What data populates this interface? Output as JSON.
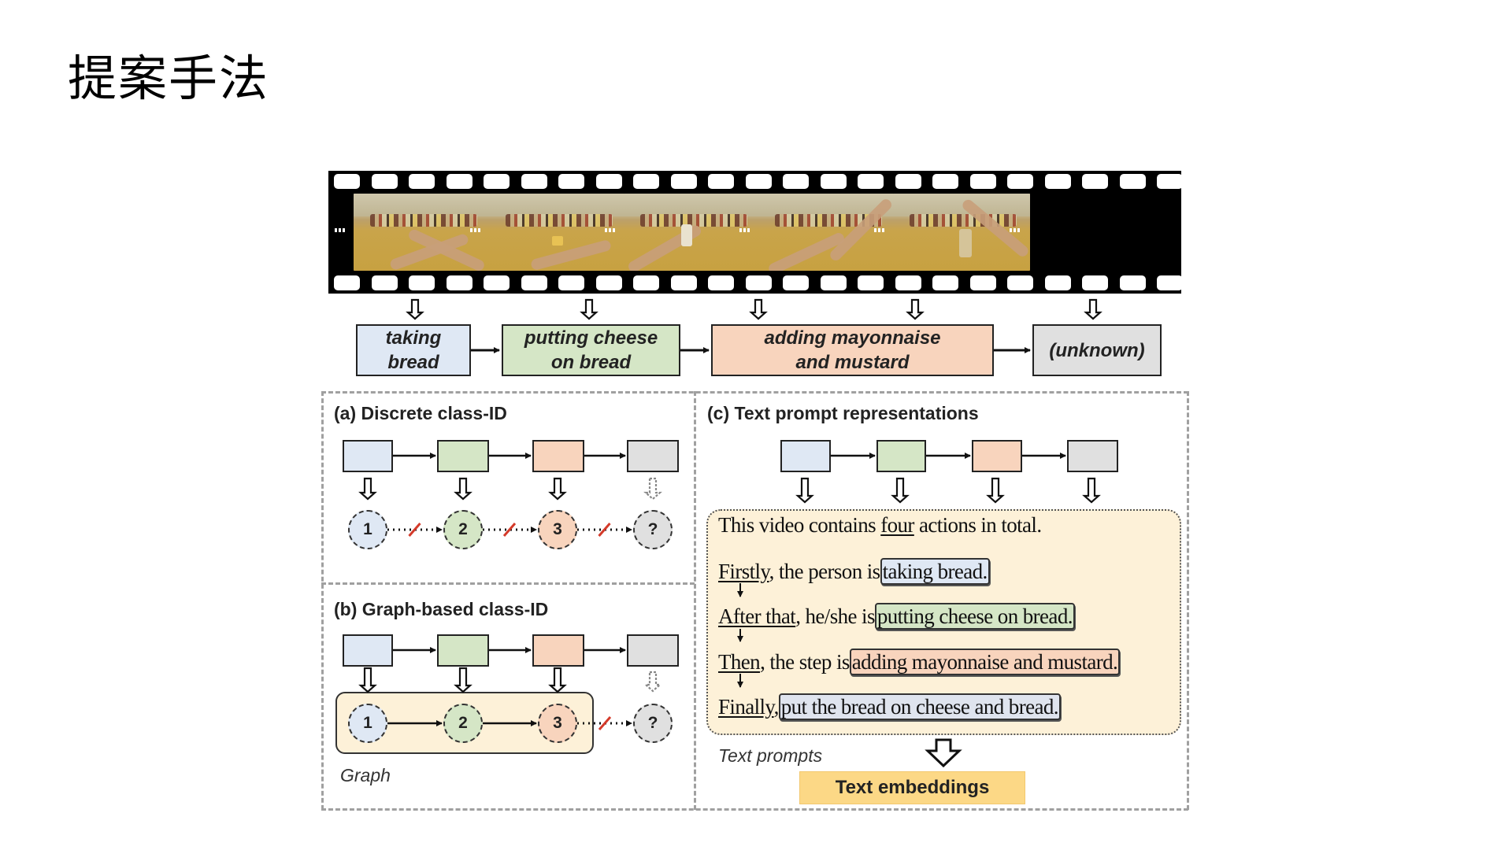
{
  "slide": {
    "title": "提案手法"
  },
  "film_strip": {
    "frames": [
      {
        "caption": "video frame 1"
      },
      {
        "caption": "video frame 2"
      },
      {
        "caption": "video frame 3"
      },
      {
        "caption": "video frame 4"
      },
      {
        "caption": "video frame 5"
      }
    ],
    "ellipsis": "..."
  },
  "actions": [
    {
      "label": "taking\nbread",
      "color": "#dfe8f4"
    },
    {
      "label": "putting cheese\non bread",
      "color": "#d5e6c6"
    },
    {
      "label": "adding mayonnaise\nand mustard",
      "color": "#f8d4bd"
    },
    {
      "label": "(unknown)",
      "color": "#e0e0e0"
    }
  ],
  "panel_a": {
    "title": "(a) Discrete class-ID",
    "nodes": [
      "1",
      "2",
      "3",
      "?"
    ]
  },
  "panel_b": {
    "title": "(b) Graph-based class-ID",
    "nodes": [
      "1",
      "2",
      "3",
      "?"
    ],
    "graph_label": "Graph"
  },
  "panel_c": {
    "title": "(c) Text prompt representations",
    "prompt_lines": [
      {
        "prefix": "This video contains ",
        "underlined": "four",
        "suffix": " actions in total.",
        "tag": ""
      },
      {
        "prefix": "",
        "underlined": "Firstly",
        "suffix": ", the person is",
        "tag": "taking bread."
      },
      {
        "prefix": "",
        "underlined": "After that",
        "suffix": ", he/she is",
        "tag": "putting cheese on bread."
      },
      {
        "prefix": "",
        "underlined": "Then",
        "suffix": ", the step is",
        "tag": "adding mayonnaise and mustard."
      },
      {
        "prefix": "",
        "underlined": "Finally",
        "suffix": ",",
        "tag": "put the bread on cheese and bread."
      }
    ],
    "prompts_label": "Text prompts",
    "embeddings_label": "Text embeddings"
  },
  "colors": {
    "blue": "#dfe8f4",
    "green": "#d5e6c6",
    "orange": "#f8d4bd",
    "gray": "#e0e0e0",
    "prompt_bg": "#fdf1d8",
    "embedding_bg": "#fcd886",
    "broken_link": "#d43a2a"
  }
}
